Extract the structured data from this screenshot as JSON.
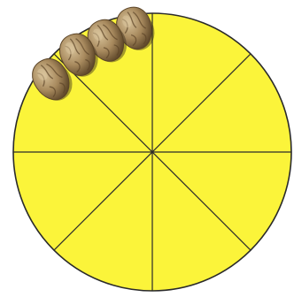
{
  "figure": {
    "shape": "circle",
    "fill_color": "#fbf43a",
    "outline_color": "#2a2a2a",
    "divider_color": "#2a2a2a",
    "equal_sections": 8,
    "objects_on_figure": {
      "kind": "nut",
      "icon": "nut-icon",
      "count": 4,
      "section": "top-left",
      "colors": {
        "shell_light": "#d8c39a",
        "shell_mid": "#a88a5e",
        "shell_dark": "#5c4528",
        "shadow": "#3a2c1a"
      }
    }
  }
}
